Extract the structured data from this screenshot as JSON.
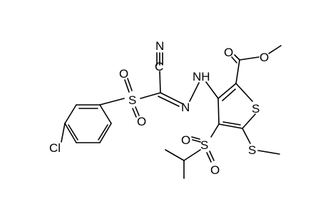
{
  "molecule": {
    "atoms": {
      "cl": "Cl",
      "s_sulfonyl_left": "S",
      "o_left_top": "O",
      "o_left_bottom": "O",
      "n_nitrile": "N",
      "c_nitrile": "C",
      "n_azo": "N",
      "nh_hydrazone": "NH",
      "s_ring": "S",
      "o_carbonyl": "O",
      "o_ester": "O",
      "s_sulfonyl_ring": "S",
      "o_sulfonyl_ring_top": "O",
      "o_sulfonyl_ring_bottom": "O",
      "s_thioether": "S"
    }
  }
}
